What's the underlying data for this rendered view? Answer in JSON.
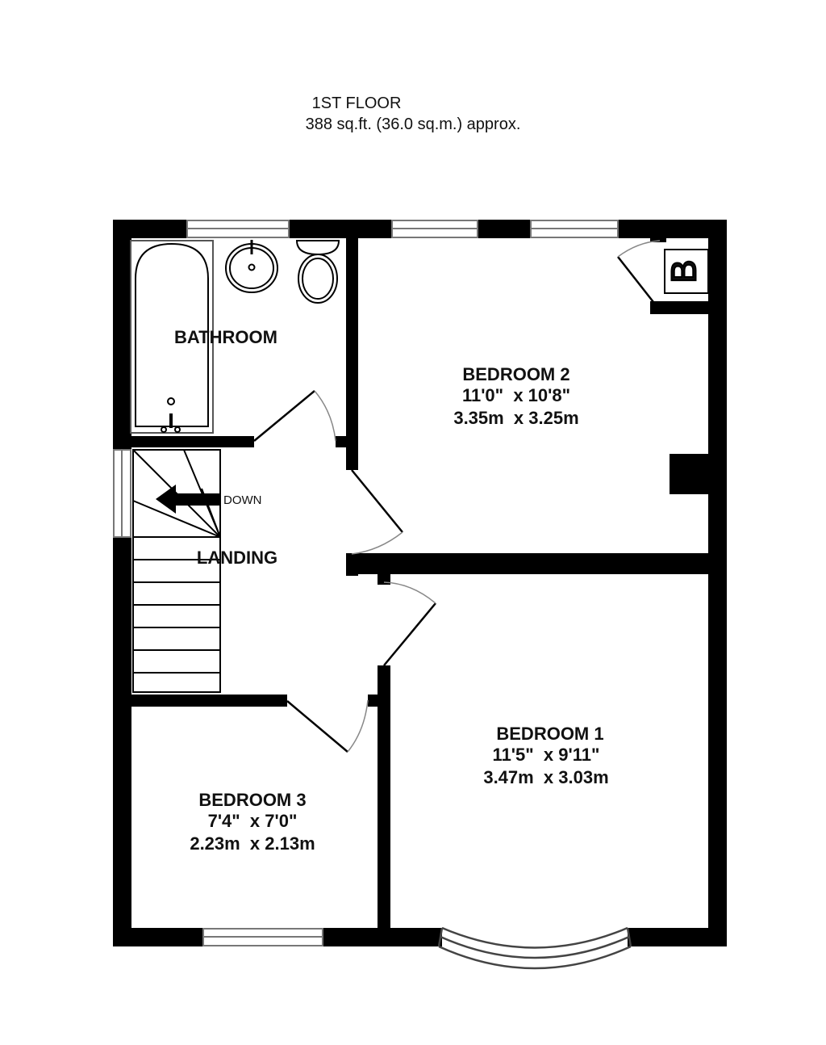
{
  "header": {
    "floor_title": "1ST FLOOR",
    "floor_area": "388 sq.ft. (36.0 sq.m.) approx."
  },
  "rooms": {
    "bathroom": {
      "name": "BATHROOM"
    },
    "landing": {
      "name": "LANDING",
      "stairs_label": "DOWN"
    },
    "bedroom2": {
      "name": "BEDROOM 2",
      "imperial": "11'0\"  x 10'8\"",
      "metric": "3.35m  x 3.25m"
    },
    "bedroom1": {
      "name": "BEDROOM 1",
      "imperial": "11'5\"  x 9'11\"",
      "metric": "3.47m  x 3.03m"
    },
    "bedroom3": {
      "name": "BEDROOM 3",
      "imperial": "7'4\"  x 7'0\"",
      "metric": "2.23m  x 2.13m"
    }
  },
  "symbols": {
    "boiler": "B"
  },
  "colors": {
    "wall": "#000000",
    "background": "#ffffff",
    "window_line": "#777777"
  }
}
